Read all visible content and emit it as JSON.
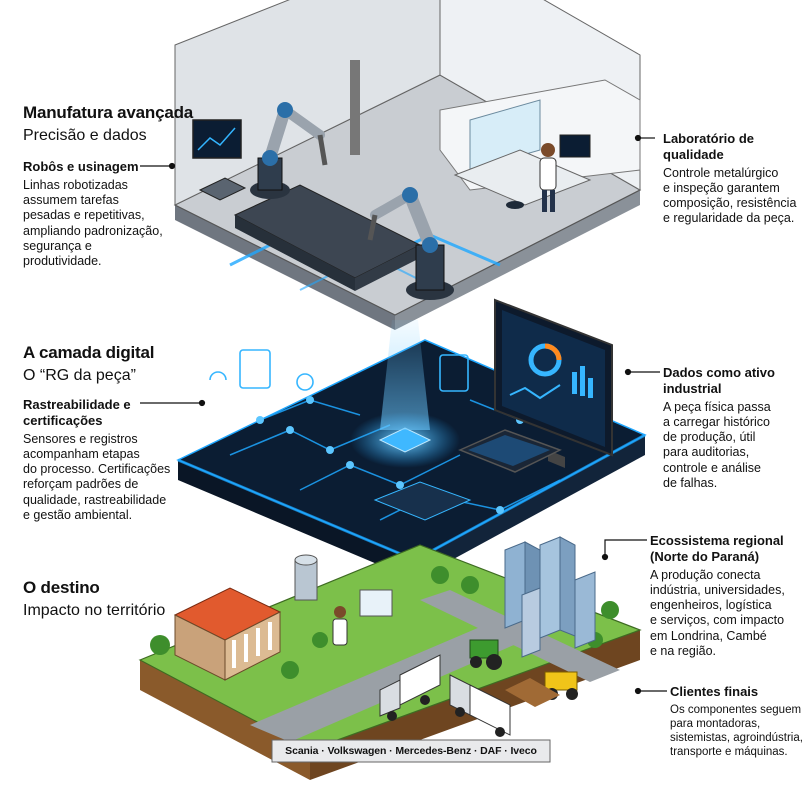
{
  "left": {
    "s1": {
      "title": "Manufatura avançada",
      "subtitle": "Precisão e dados",
      "heading": "Robôs e usinagem",
      "text": "Linhas robotizadas\nassumem tarefas\npesadas e repetitivas,\nampliando padronização,\nsegurança e\nprodutividade."
    },
    "s2": {
      "title": "A camada digital",
      "subtitle": "O “RG da peça”",
      "heading": "Rastreabilidade e\ncertificações",
      "text": "Sensores e registros\nacompanham etapas\ndo processo. Certificações\nreforçam padrões de\nqualidade, rastreabilidade\ne gestão ambiental."
    },
    "s3": {
      "title": "O destino",
      "subtitle": "Impacto no território"
    }
  },
  "right": {
    "r1": {
      "heading": "Laboratório de\nqualidade",
      "text": "Controle metalúrgico\ne inspeção garantem\ncomposição, resistência\ne regularidade da peça."
    },
    "r2": {
      "heading": "Dados como ativo\nindustrial",
      "text": "A peça física passa\na carregar histórico\nde produção, útil\npara auditorias,\ncontrole e análise\nde falhas."
    },
    "r3": {
      "heading": "Ecossistema regional\n(Norte do Paraná)",
      "text": "A produção conecta\nindústria, universidades,\nengenheiros, logística\ne serviços, com impacto\nem Londrina, Cambé\ne na região."
    },
    "r4": {
      "heading": "Clientes finais",
      "text": "Os componentes seguem\npara montadoras,\nsistemistas, agroindústria,\ntransporte e máquinas."
    }
  },
  "brands": "Scania · Volkswagen · Mercedes-Benz · DAF · Iveco",
  "colors": {
    "neon": "#1ea7ff",
    "dark_panel": "#0b1d33",
    "grass": "#7cc04a",
    "soil": "#8a5a2b",
    "floor": "#c9cdd2"
  }
}
